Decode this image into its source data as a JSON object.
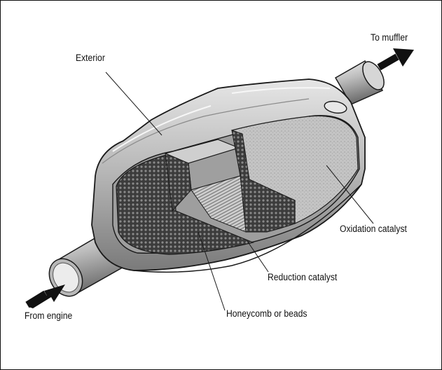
{
  "labels": {
    "exterior": "Exterior",
    "to_muffler": "To muffler",
    "oxidation_catalyst": "Oxidation catalyst",
    "reduction_catalyst": "Reduction catalyst",
    "honeycomb": "Honeycomb or beads",
    "from_engine": "From engine"
  },
  "colors": {
    "outline": "#1a1a1a",
    "metal_light": "#d9d9d9",
    "metal_mid": "#a9a9a9",
    "metal_dark": "#6e6e6e",
    "catalyst_dark": "#3a3a3a",
    "catalyst_light": "#bdbdbd"
  }
}
